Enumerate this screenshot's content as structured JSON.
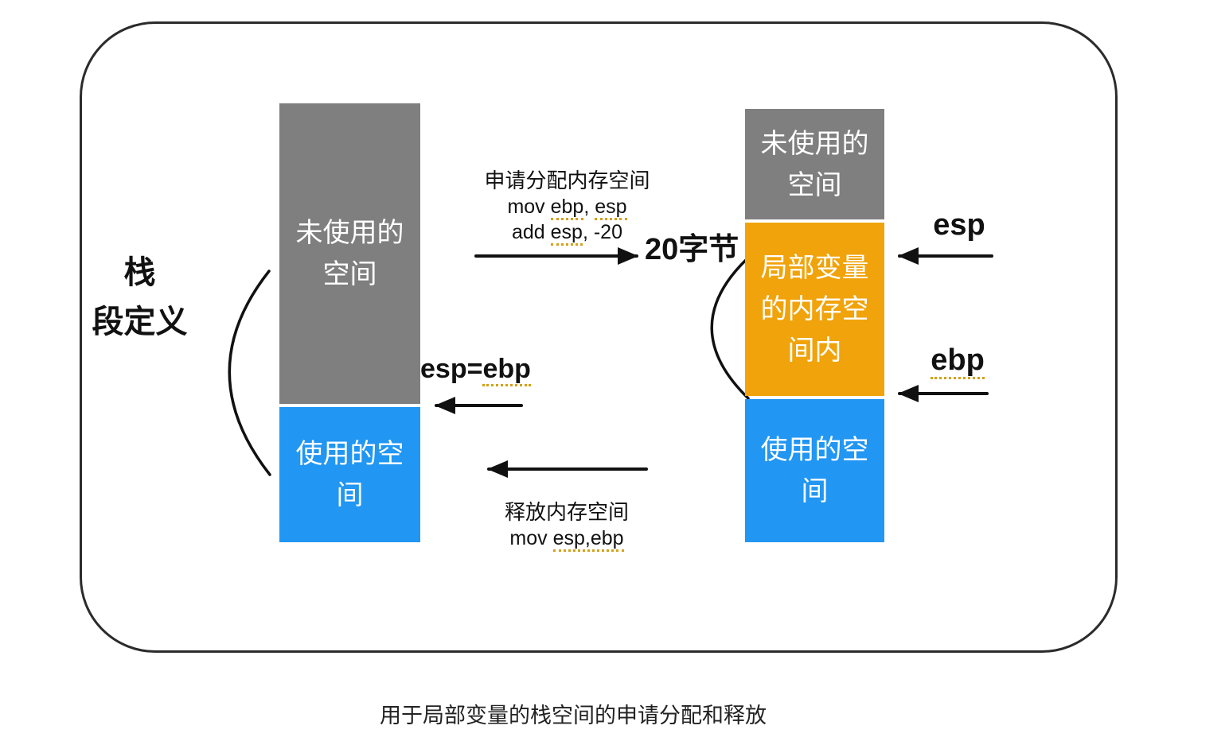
{
  "caption": "用于局部变量的栈空间的申请分配和释放",
  "left_label": "栈\n段定义",
  "left_stack": {
    "unused": "未使用的\n空间",
    "used": "使用的空\n间"
  },
  "right_stack": {
    "unused": "未使用的\n空间",
    "locals": "局部变量\n的内存空\n间内",
    "used": "使用的空\n间"
  },
  "esp_equals_ebp": {
    "t0": "esp=",
    "t1": "ebp"
  },
  "allocate": {
    "title": "申请分配内存空间",
    "mov": [
      "mov ",
      "ebp",
      ", ",
      "esp"
    ],
    "add": [
      "add ",
      "esp",
      ", -20"
    ]
  },
  "release": {
    "title": "释放内存空间",
    "mov": [
      "mov ",
      "esp,ebp"
    ]
  },
  "bytes_label": "20字节",
  "esp_label": "esp",
  "ebp_label": "ebp",
  "colors": {
    "unused_gray": "#7F7F7F",
    "used_blue": "#2196F3",
    "locals_orange": "#F0A30A",
    "block_text": "#FFFFFF",
    "line_black": "#111111",
    "underline_dot": "#D4A017"
  }
}
